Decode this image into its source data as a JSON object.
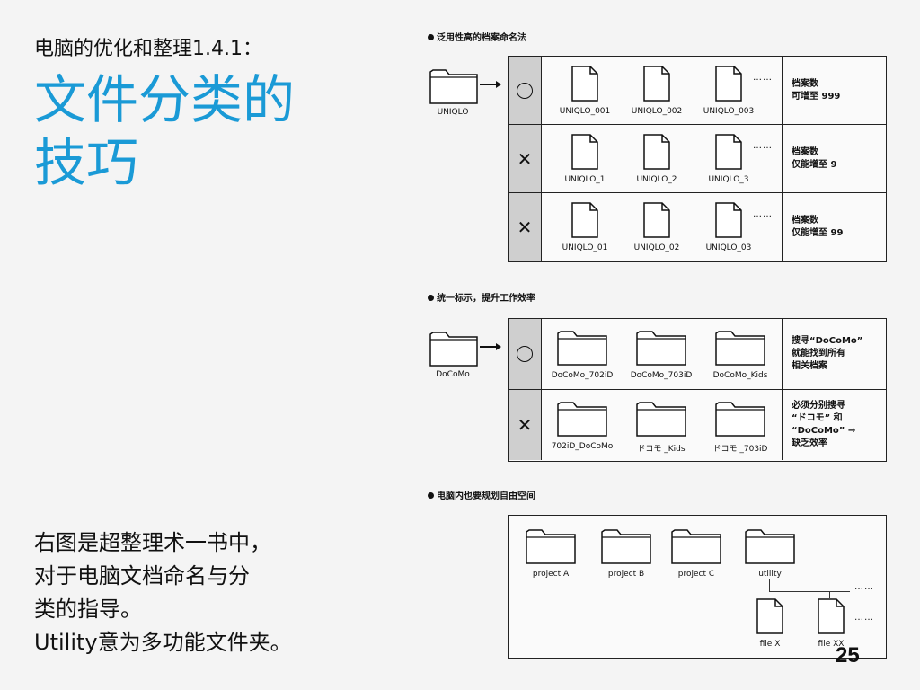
{
  "header": {
    "subtitle": "电脑的优化和整理1.4.1：",
    "title_line1": "文件分类的",
    "title_line2": "技巧"
  },
  "description": {
    "lines": [
      "右图是超整理术一书中，",
      "对于电脑文档命名与分",
      "类的指导。",
      "Utility意为多功能文件夹。"
    ]
  },
  "page_number": "25",
  "section1": {
    "heading": "泛用性高的档案命名法",
    "source_label": "UNIQLO",
    "rows": [
      {
        "mark": "circle",
        "files": [
          "UNIQLO_001",
          "UNIQLO_002",
          "UNIQLO_003"
        ],
        "dots": "……",
        "note": [
          "档案数",
          "可增至 999"
        ]
      },
      {
        "mark": "cross",
        "mark_text": "✕",
        "files": [
          "UNIQLO_1",
          "UNIQLO_2",
          "UNIQLO_3"
        ],
        "dots": "……",
        "note": [
          "档案数",
          "仅能增至 9"
        ]
      },
      {
        "mark": "cross",
        "mark_text": "✕",
        "files": [
          "UNIQLO_01",
          "UNIQLO_02",
          "UNIQLO_03"
        ],
        "dots": "……",
        "note": [
          "档案数",
          "仅能增至 99"
        ]
      }
    ]
  },
  "section2": {
    "heading": "统一标示，提升工作效率",
    "source_label": "DoCoMo",
    "rows": [
      {
        "mark": "circle",
        "folders": [
          "DoCoMo_702iD",
          "DoCoMo_703iD",
          "DoCoMo_Kids"
        ],
        "note": [
          "搜寻“DoCoMo”",
          "就能找到所有",
          "相关档案"
        ]
      },
      {
        "mark": "cross",
        "mark_text": "✕",
        "folders": [
          "702iD_DoCoMo",
          "ドコモ _Kids",
          "ドコモ _703iD"
        ],
        "note": [
          "必须分别搜寻",
          "“ドコモ” 和",
          "“DoCoMo” →",
          "缺乏效率"
        ]
      }
    ]
  },
  "section3": {
    "heading": "电脑内也要规划自由空间",
    "folders": [
      "project A",
      "project B",
      "project C",
      "utility"
    ],
    "files": [
      "file X",
      "file XX"
    ],
    "dots": [
      "……",
      "……"
    ]
  }
}
